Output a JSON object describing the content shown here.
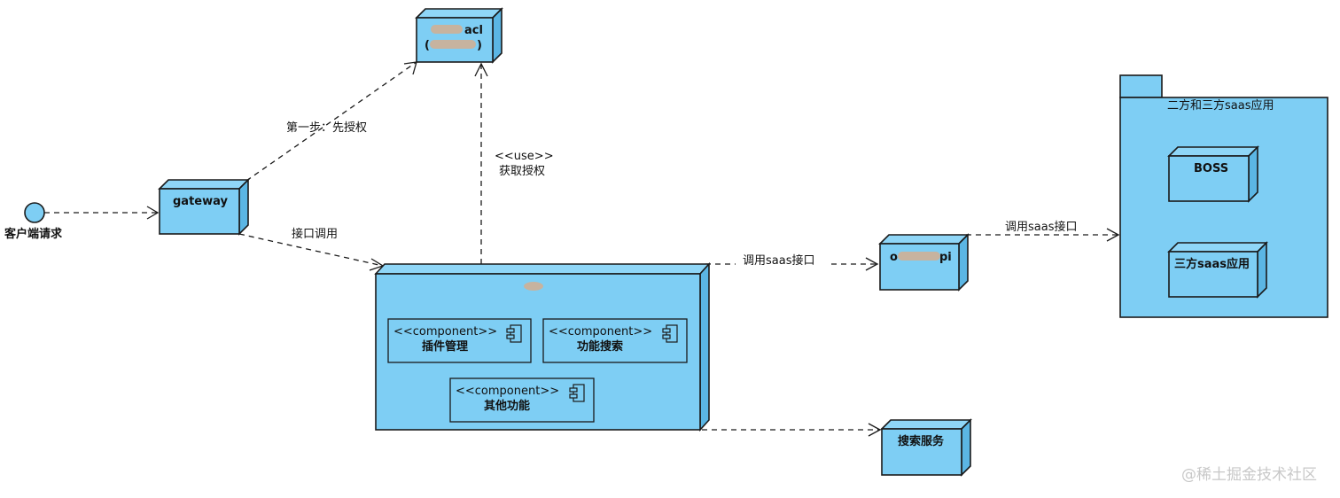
{
  "diagram": {
    "title": "",
    "actor": {
      "label": "客户端请求"
    },
    "nodes": {
      "acl": {
        "line1": "acl",
        "line2_prefix": "(",
        "line2_suffix": ")",
        "redacted": true
      },
      "gateway": {
        "label": "gateway"
      },
      "core": {
        "label": "",
        "redacted": true
      },
      "openapi": {
        "label_start": "o",
        "label_end": "pi",
        "redacted": true
      },
      "search": {
        "label": "搜索服务"
      },
      "boss": {
        "label": "BOSS"
      },
      "third_party": {
        "label": "三方saas应用"
      }
    },
    "package": {
      "label": "二方和三方saas应用"
    },
    "components": [
      {
        "stereotype": "<<component>>",
        "label": "插件管理"
      },
      {
        "stereotype": "<<component>>",
        "label": "功能搜索"
      },
      {
        "stereotype": "<<component>>",
        "label": "其他功能"
      }
    ],
    "edges": {
      "client_to_gateway": "",
      "gateway_to_acl": "第一步：先授权",
      "gateway_to_core": "接口调用",
      "core_to_acl_stereotype": "<<use>>",
      "core_to_acl_label": "获取授权",
      "core_to_openapi": "调用saas接口",
      "openapi_to_package": "调用saas接口",
      "core_to_search": ""
    },
    "watermark": "@稀土掘金技术社区",
    "colors": {
      "node_fill": "#7ecef4",
      "stroke": "#1a1a1a"
    }
  }
}
